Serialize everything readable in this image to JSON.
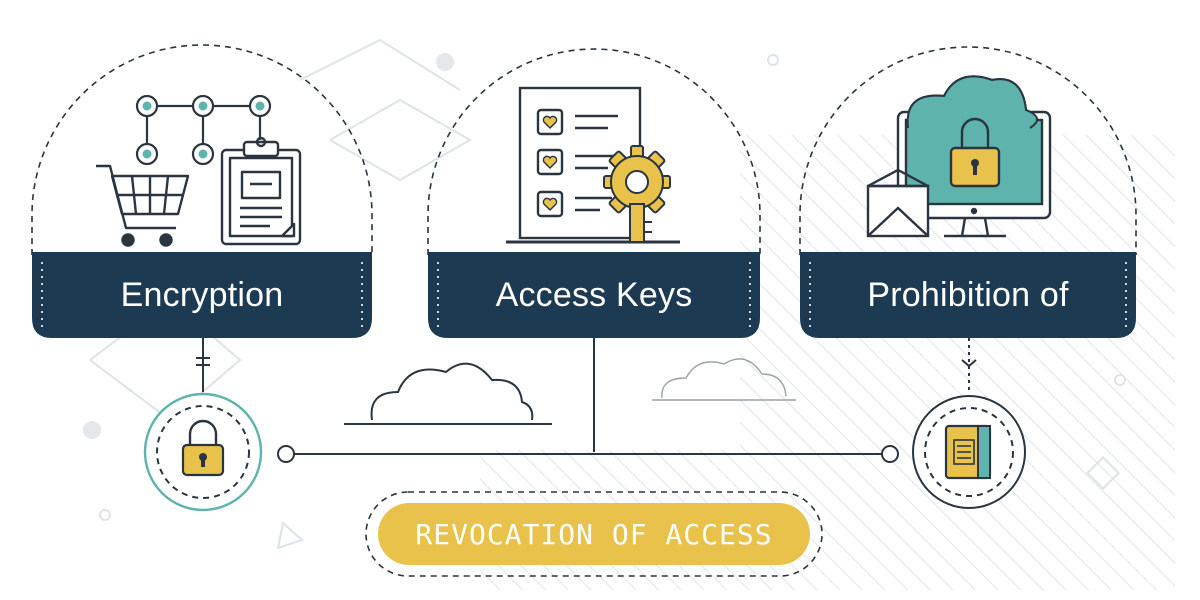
{
  "diagram": {
    "panels": [
      {
        "label": "Encryption"
      },
      {
        "label": "Access Keys"
      },
      {
        "label": "Prohibition of"
      }
    ],
    "bottom_label": "REVOCATION OF ACCESS",
    "colors": {
      "navy": "#1c3a52",
      "teal": "#5fb3ad",
      "gold": "#e8c24a",
      "line": "#2a3540",
      "pattern": "#e1e5e8"
    },
    "icons": [
      "shopping-cart-icon",
      "network-nodes-icon",
      "clipboard-icon",
      "checklist-icon",
      "gear-key-icon",
      "cloud-lock-icon",
      "monitor-icon",
      "envelope-icon",
      "padlock-icon",
      "book-icon",
      "cloud-icon"
    ]
  }
}
